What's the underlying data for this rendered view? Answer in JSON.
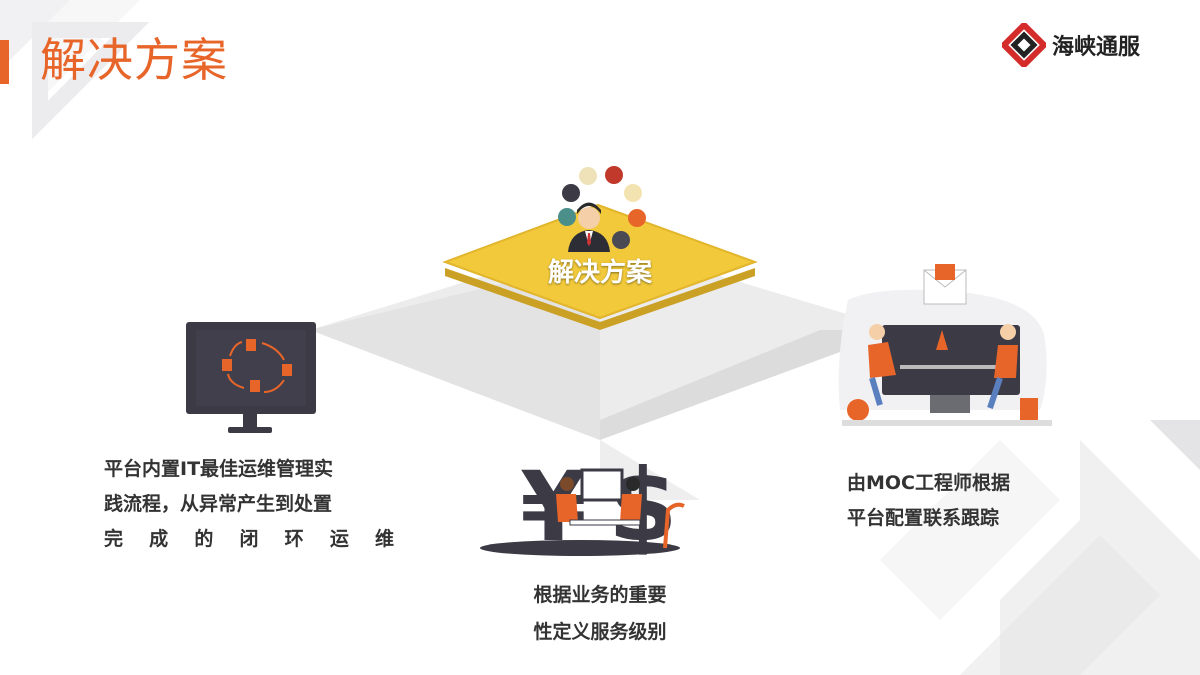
{
  "page": {
    "title": "解决方案"
  },
  "logo": {
    "text": "海峡通服",
    "icon": "diamond-logo-icon"
  },
  "center": {
    "label": "解决方案",
    "icon": "businessman-icon"
  },
  "left_caption": [
    "平台内置IT最佳运维管理实",
    "践流程，从异常产生到处置",
    "完成的闭环运维"
  ],
  "bottom_caption": [
    "根据业务的重要",
    "性定义服务级别"
  ],
  "right_caption": [
    "由MOC工程师根据",
    "平台配置联系跟踪"
  ],
  "colors": {
    "accent": "#e8652a",
    "gold": "#f1c93a",
    "dark": "#3b3a45",
    "brand_red": "#d42b2b"
  }
}
